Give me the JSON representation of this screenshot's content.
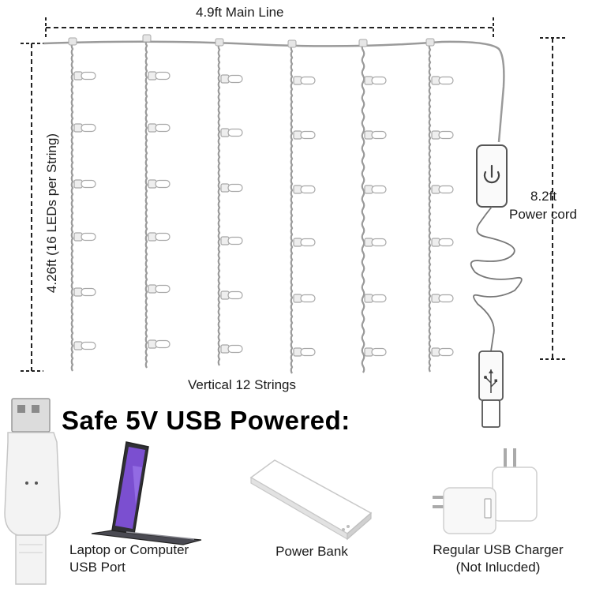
{
  "dimensions": {
    "main_line": "4.9ft Main Line",
    "height": "4.26ft (16 LEDs per String)",
    "cord_length": "8.2ft",
    "cord_label": "Power cord",
    "strings": "Vertical 12 Strings"
  },
  "headline": "Safe 5V USB Powered:",
  "power_sources": [
    {
      "line1": "Laptop or Computer",
      "line2": "USB Port"
    },
    {
      "line1": "Power Bank",
      "line2": ""
    },
    {
      "line1": "Regular USB Charger",
      "line2": "(Not Inlucded)"
    }
  ],
  "colors": {
    "wire": "#9a9a9a",
    "led_body": "#ffffff",
    "led_outline": "#a8a8a8",
    "dash": "#222222",
    "laptop_screen": "#7b4fd0"
  },
  "icons": [
    "power-button-icon",
    "usb-symbol-icon"
  ]
}
